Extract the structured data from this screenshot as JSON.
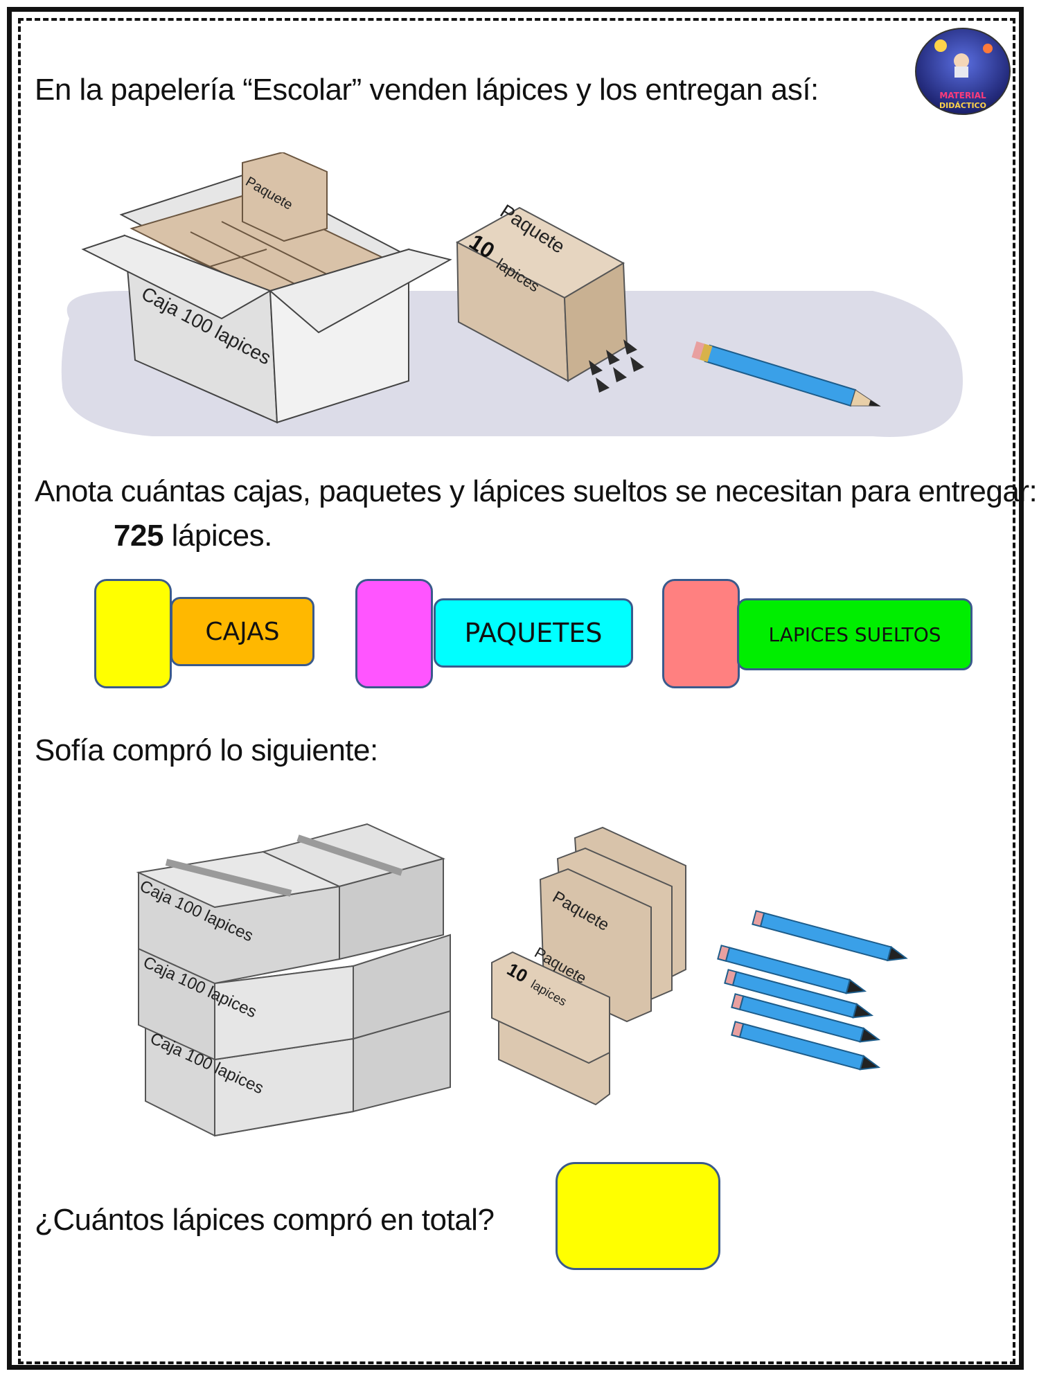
{
  "intro_text": "En la papelería “Escolar” venden lápices y los entregan así:",
  "logo": {
    "line1": "MATERIAL",
    "line2": "DIDÁCTICO"
  },
  "figure1": {
    "packet_label": "Paquete",
    "box_label": "Caja 100 lapices",
    "packet_big_word": "Paquete",
    "packet_big_number": "10",
    "packet_big_unit": "lapices"
  },
  "instruction_text": "Anota cuántas cajas, paquetes y lápices sueltos se necesitan para entregar:",
  "quantity": {
    "number": "725",
    "unit": "lápices."
  },
  "answer_labels": {
    "cajas": "CAJAS",
    "paquetes": "PAQUETES",
    "sueltos": "LAPICES SUELTOS"
  },
  "colors": {
    "yellow": "#ffff00",
    "orange": "#ffb800",
    "magenta": "#ff55ff",
    "cyan": "#00ffff",
    "salmon": "#ff8080",
    "green": "#00ee00"
  },
  "sofia_text": "Sofía compró lo siguiente:",
  "figure2": {
    "box_label": "Caja 100 lapices",
    "packet_word": "Paquete",
    "packet_number": "10",
    "packet_unit": "lapices"
  },
  "question_text": "¿Cuántos lápices compró en total?"
}
